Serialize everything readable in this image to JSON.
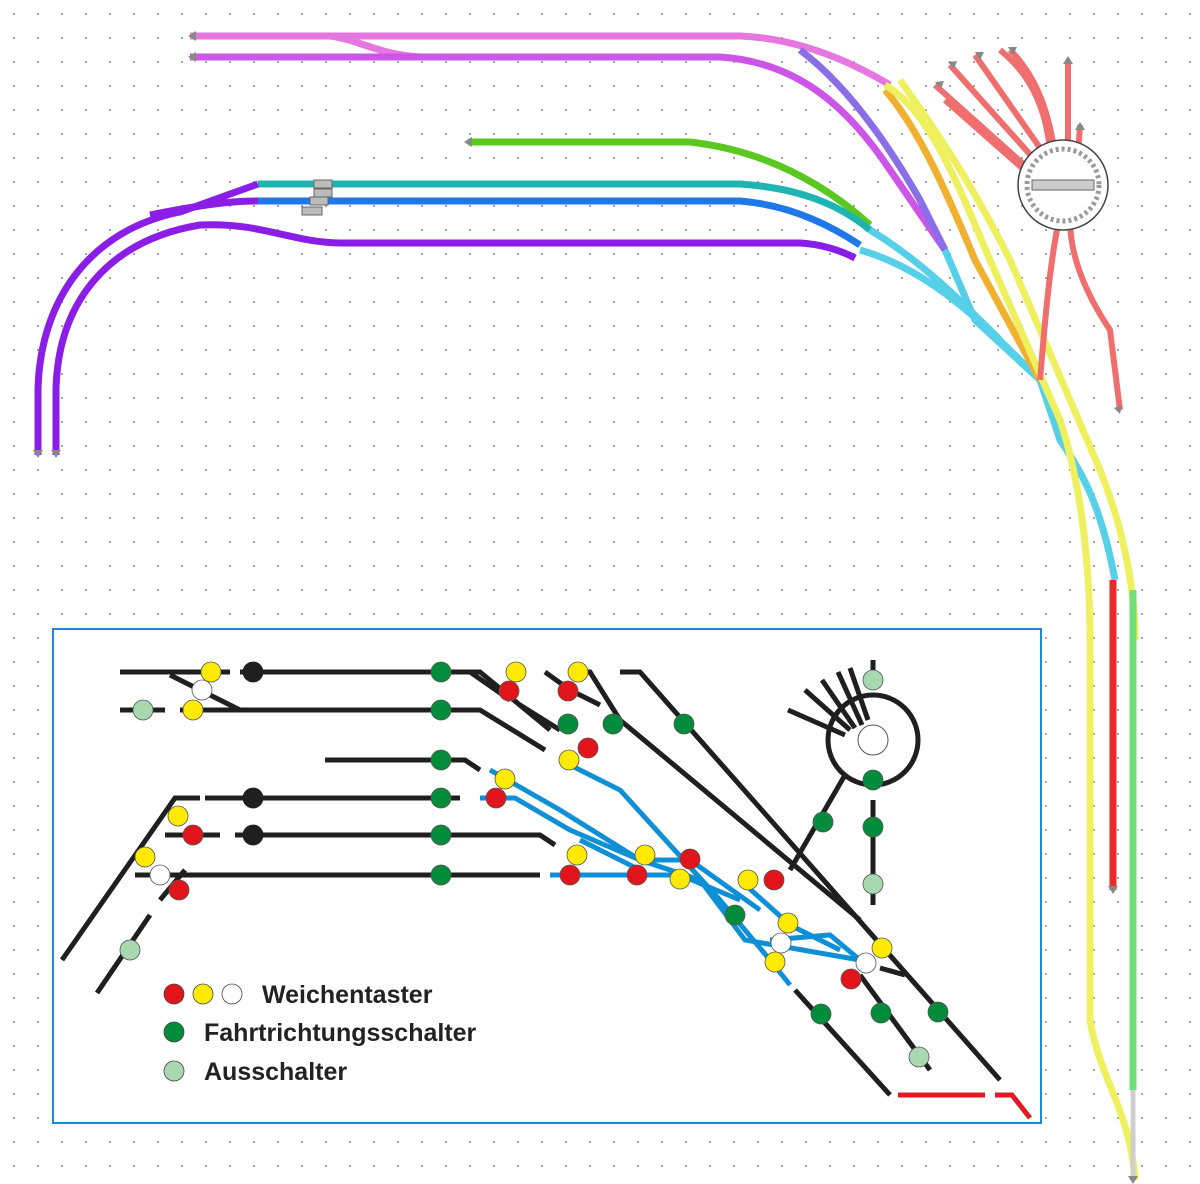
{
  "legend": {
    "weichentaster": "Weichentaster",
    "fahrtrichtungsschalter": "Fahrtrichtungsschalter",
    "ausschalter": "Ausschalter"
  },
  "colors": {
    "grid_dot": "#9a9a9a",
    "panel_border": "#1a8ad4",
    "panel_track": "#1f1f1f",
    "panel_switch_track": "#0f8fd6",
    "panel_cut_track": "#e01b24",
    "button_red": "#e3151c",
    "button_yellow": "#ffea00",
    "button_white": "#ffffff",
    "button_green": "#008c3a",
    "button_lightgreen": "#a8d8b0",
    "button_black": "#1f1f1f",
    "track_magenta": "#e676e0",
    "track_violet": "#cc55e8",
    "track_purple": "#8a1ee6",
    "track_teal": "#1fb4b4",
    "track_blue": "#1f78e8",
    "track_green": "#5ac81e",
    "track_cyan": "#55d0e8",
    "track_yellow": "#eef060",
    "track_salmon": "#ef6e6e",
    "track_red": "#e82a2a",
    "track_lightgreen": "#72e07a"
  }
}
